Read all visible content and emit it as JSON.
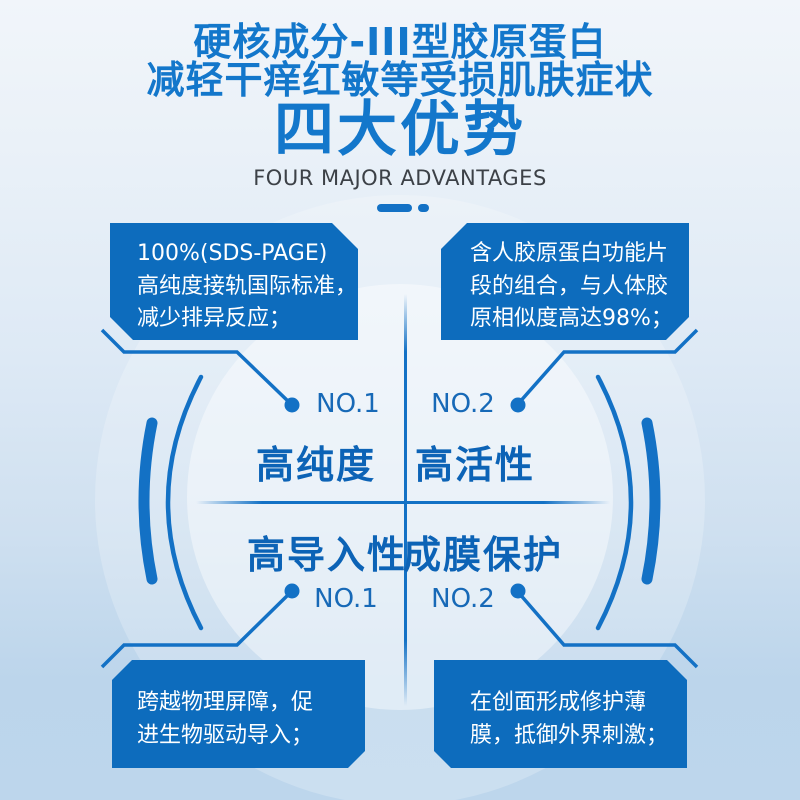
{
  "header": {
    "tagline_line1": "硬核成分-III型胶原蛋白",
    "tagline_line2": "减轻干痒红敏等受损肌肤症状",
    "title": "四大优势",
    "subtitle": "FOUR MAJOR ADVANTAGES"
  },
  "colors": {
    "primary_blue": "#0d6cbd",
    "heading_blue": "#1377cb",
    "label_blue": "#0c63b6",
    "rank_blue": "#1769b7",
    "line_blue": "#1371c5",
    "subtitle_gray": "#3c4147",
    "bg_top": "#f1f5fa",
    "bg_bottom": "#bdd6ec",
    "box_text": "#ffffff"
  },
  "advantages": [
    {
      "position": "top-left",
      "rank": "NO.1",
      "label": "高纯度",
      "lines": [
        "100%(SDS-PAGE)",
        "高纯度接轨国际标准，",
        "减少排异反应；"
      ]
    },
    {
      "position": "top-right",
      "rank": "NO.2",
      "label": "高活性",
      "lines": [
        "含人胶原蛋白功能片",
        "段的组合，与人体胶",
        "原相似度高达98%；"
      ]
    },
    {
      "position": "bottom-left",
      "rank": "NO.1",
      "label": "高导入性",
      "lines": [
        "跨越物理屏障，促",
        "进生物驱动导入；"
      ]
    },
    {
      "position": "bottom-right",
      "rank": "NO.2",
      "label": "成膜保护",
      "lines": [
        "在创面形成修护薄",
        "膜，抵御外界刺激；"
      ]
    }
  ]
}
